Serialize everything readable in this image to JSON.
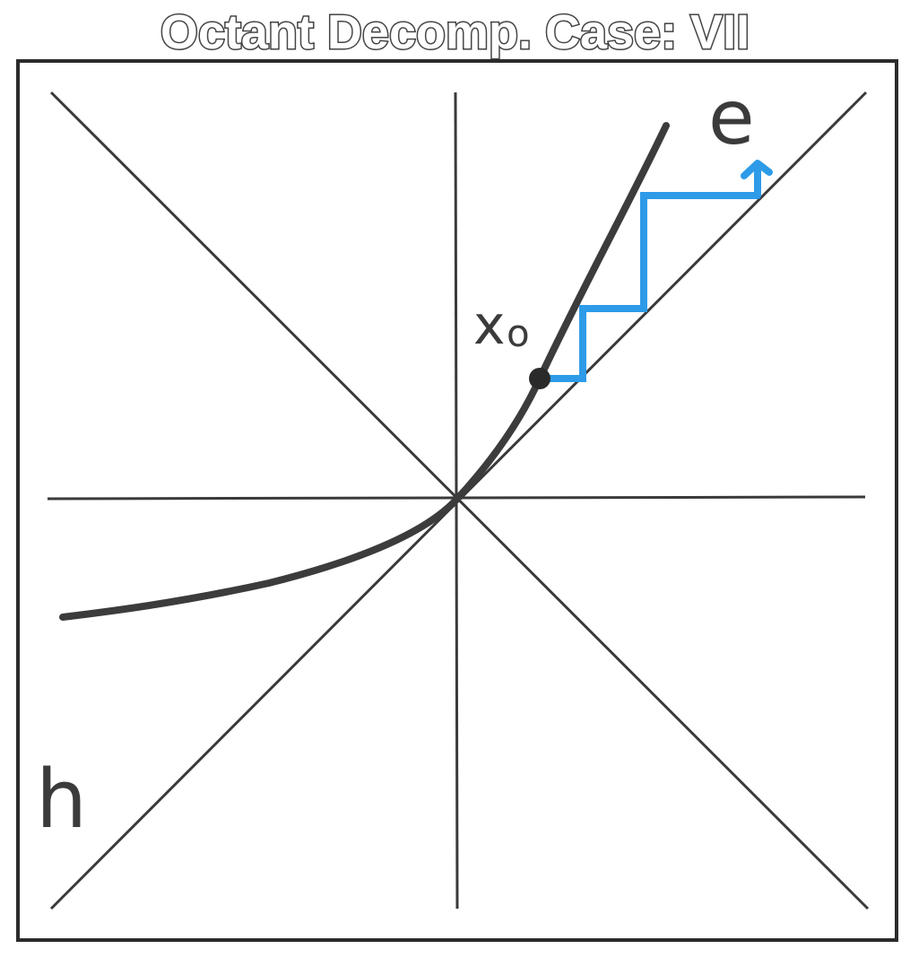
{
  "title": "Octant Decomp. Case: VII",
  "labels": {
    "e": "e",
    "x0_main": "x",
    "x0_sub": "o",
    "h": "h"
  },
  "colors": {
    "frame": "#2b2b2b",
    "axis": "#3a3a3a",
    "curve": "#3c3c3c",
    "staircase": "#2e9be8",
    "point": "#2a2a2a",
    "background": "#ffffff"
  }
}
